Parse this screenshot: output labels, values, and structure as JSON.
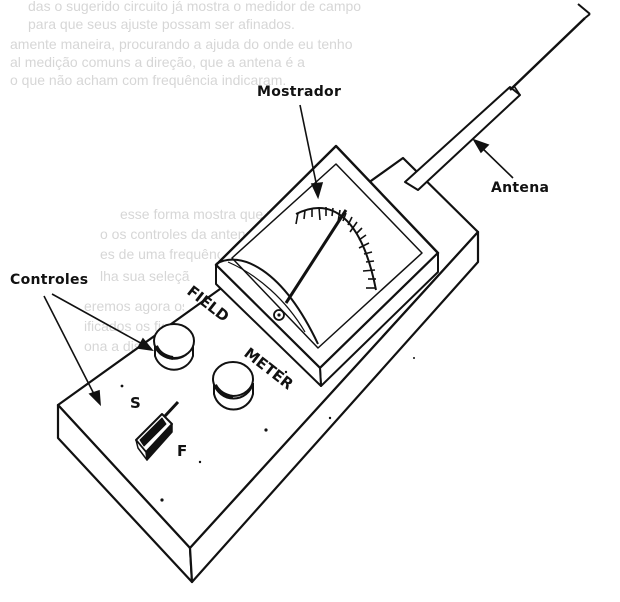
{
  "background_text": [
    "das o sugerido circuito já mostra o medidor de campo",
    "para que seus ajuste possam ser afinados.",
    "amente maneira, procurando a ajuda do onde eu tenho",
    "al medição comuns a direção, que a antena é a",
    "o que não acham com frequência indicaram.",
    "esse forma mostra que você enviar e recebe sinais elétricos",
    "o os controles da antena com o mostrador que na ordem",
    "es de uma frequência a medida com o medidor na escala",
    "lha sua seleção",
    "eremos agora os controles do aparelho um de cada vez",
    "ificados os fios com os controles onde e como",
    "ona a distância mostrada na figura 20"
  ],
  "labels": {
    "mostrador": "Mostrador",
    "antena": "Antena",
    "controles": "Controles"
  },
  "panel": {
    "field": "FIELD",
    "meter": "METER",
    "switch_s": "S",
    "switch_f": "F"
  },
  "colors": {
    "ink": "#111111",
    "paper": "#ffffff",
    "bleed": "#6e6e6e"
  }
}
